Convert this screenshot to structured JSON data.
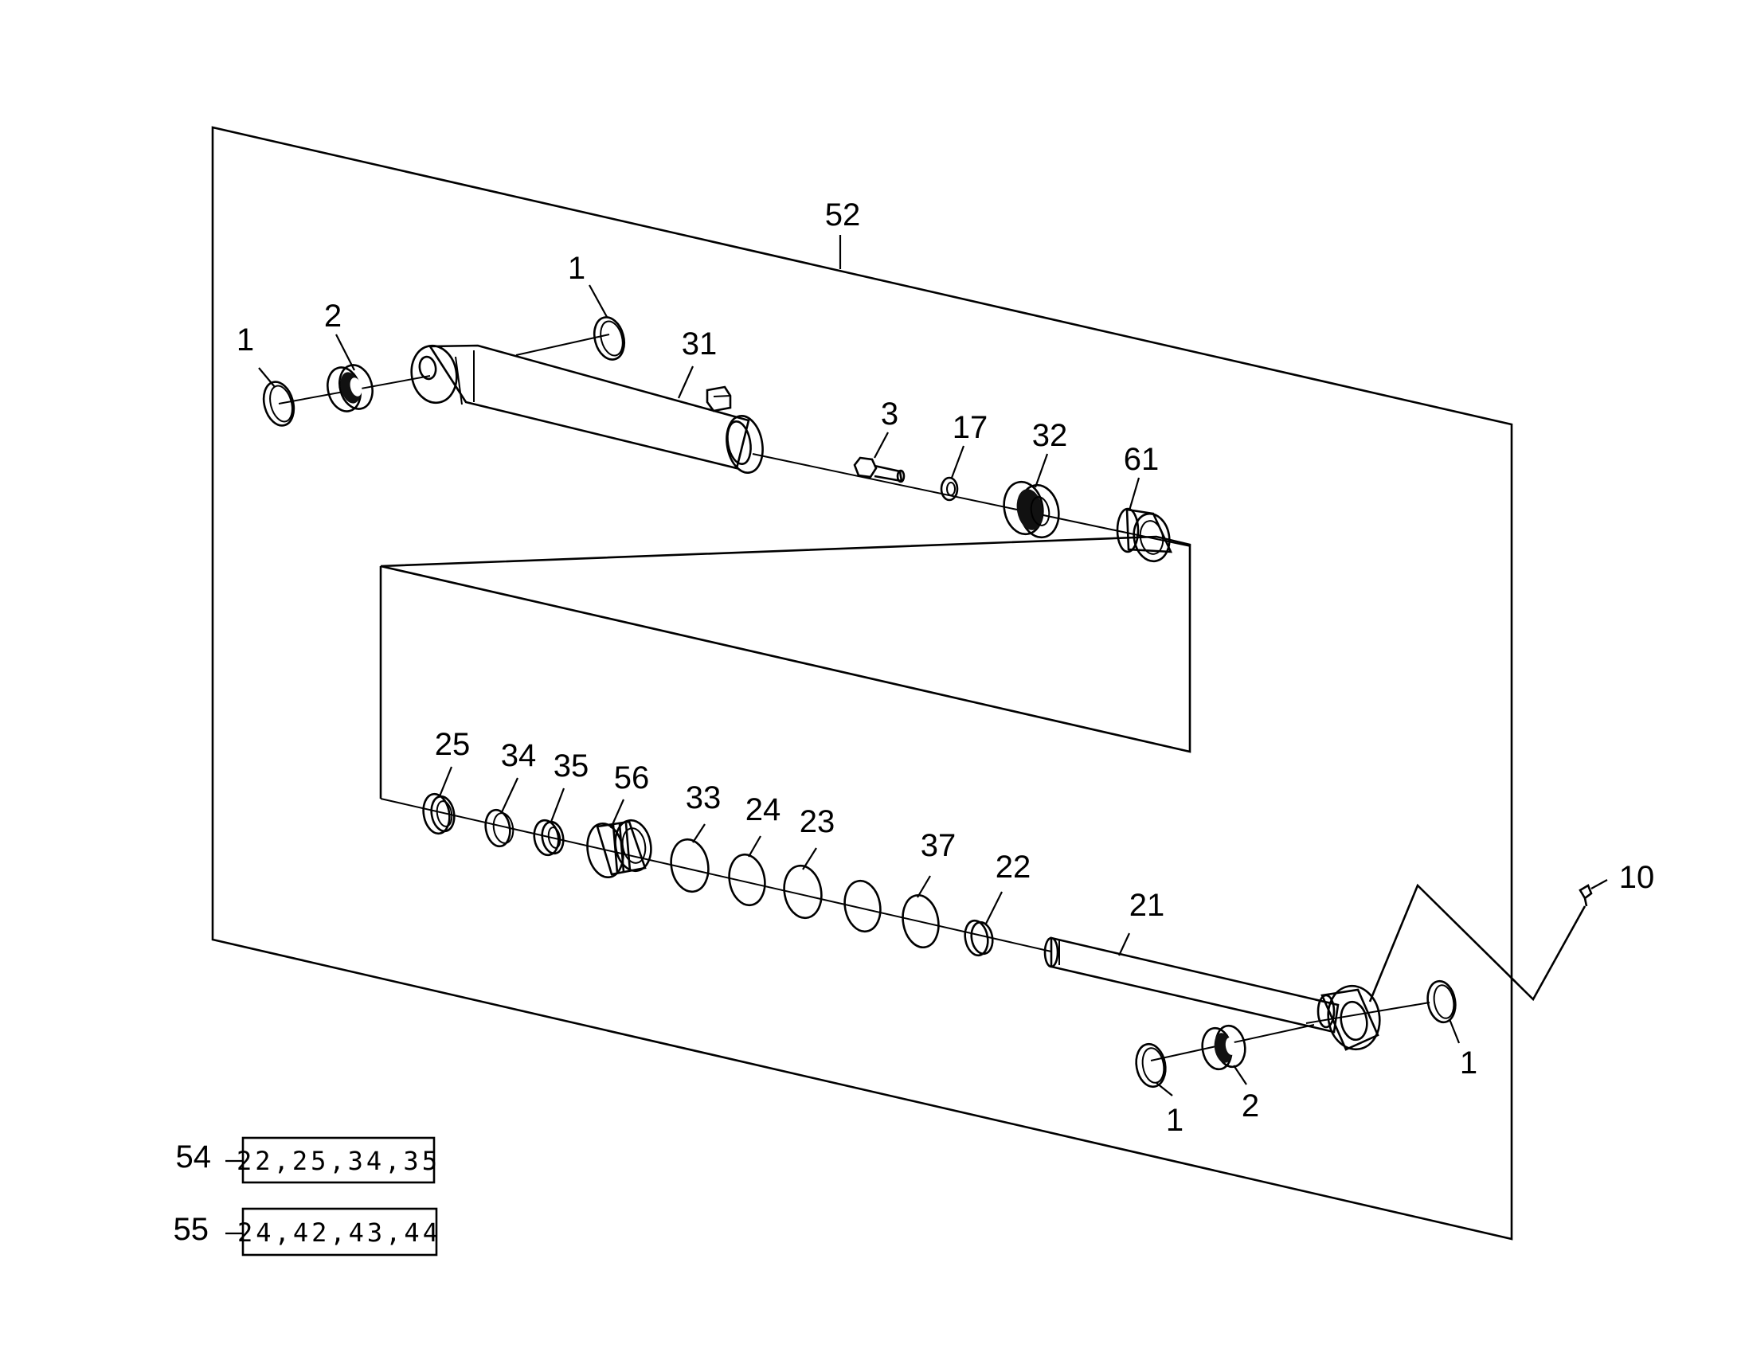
{
  "callouts": {
    "c52": "52",
    "c1_top": "1",
    "c1_left": "1",
    "c2_left": "2",
    "c31": "31",
    "c3": "3",
    "c17": "17",
    "c32": "32",
    "c61": "61",
    "c25": "25",
    "c34": "34",
    "c35": "35",
    "c56": "56",
    "c33": "33",
    "c24": "24",
    "c23": "23",
    "c37": "37",
    "c22": "22",
    "c21": "21",
    "c10": "10",
    "c1_right": "1",
    "c2_bottom": "2",
    "c1_bottom": "1"
  },
  "kits": [
    {
      "number": "54",
      "contents": "22,25,34,35"
    },
    {
      "number": "55",
      "contents": "24,42,43,44"
    }
  ]
}
